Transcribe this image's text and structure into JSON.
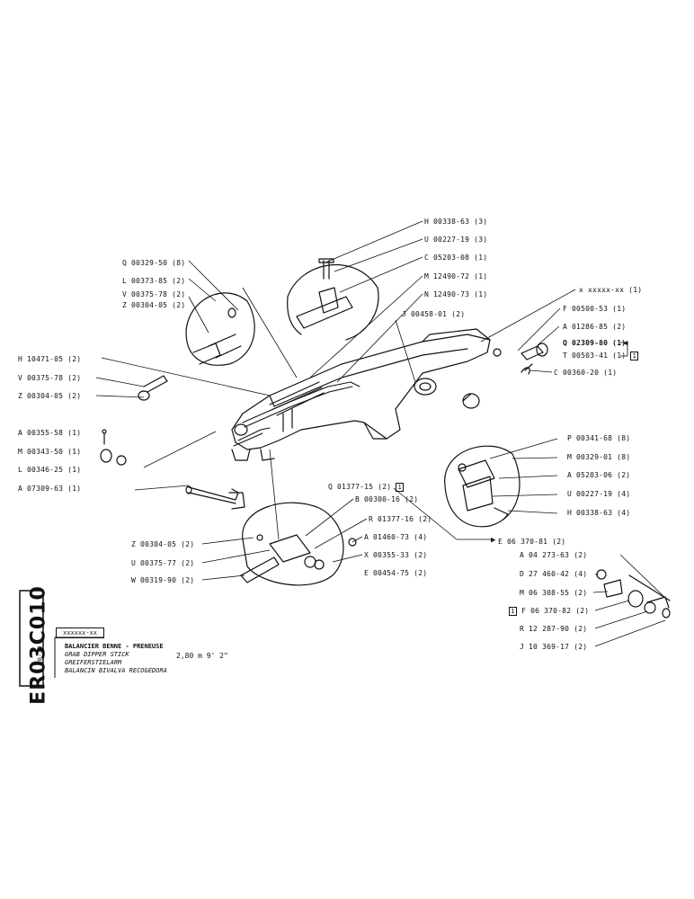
{
  "sheet": {
    "code": "ER03C010",
    "date": "10-79"
  },
  "title_block": {
    "code": "xxxxxx-xx",
    "lines": [
      "BALANCIER BENNE - PRENEUSE",
      "GRAB DIPPER STICK",
      "GREIFERSTIELARM",
      "BALANCIN BIVALVA RECOGEDORA"
    ],
    "size": "2,80 m    9' 2\""
  },
  "labels": [
    "H 00338-63 (3)",
    "U 00227-19 (3)",
    "C 05203-08 (1)",
    "M 12490-72 (1)",
    "N 12490-73 (1)",
    "Q 00329-50 (8)",
    "L 00373-85 (2)",
    "V 00375-78 (2)",
    "Z 00304-05 (2)",
    "J 00458-01 (2)",
    "x xxxxx-xx (1)",
    "F 00500-53 (1)",
    "A 01286-85 (2)",
    "Q 02309-80 (1)",
    "T 00503-41 (1)",
    "C 00360-20 (1)",
    "H 10471-05 (2)",
    "V 00375-78 (2)",
    "Z 00304-05 (2)",
    "A 00355-58 (1)",
    "M 00343-50 (1)",
    "L 00346-25 (1)",
    "A 07309-63 (1)",
    "P 00341-68 (8)",
    "M 00329-01 (8)",
    "A 05203-06 (2)",
    "U 00227-19 (4)",
    "H 00338-63 (4)",
    "Q 01377-15 (2)",
    "B 00300-16 (2)",
    "R 01377-16 (2)",
    "A 01460-73 (4)",
    "X 00355-33 (2)",
    "E 00454-75 (2)",
    "Z 00304-05 (2)",
    "U 00375-77 (2)",
    "W 00319-90 (2)",
    "E 06 370-81 (2)",
    "A 04 273-63 (2)",
    "D 27 460-42 (4)",
    "M 06 308-55 (2)",
    "F 06 370-82 (2)",
    "R 12 287-90 (2)",
    "J 10 369-17 (2)"
  ],
  "box_marker": "1"
}
